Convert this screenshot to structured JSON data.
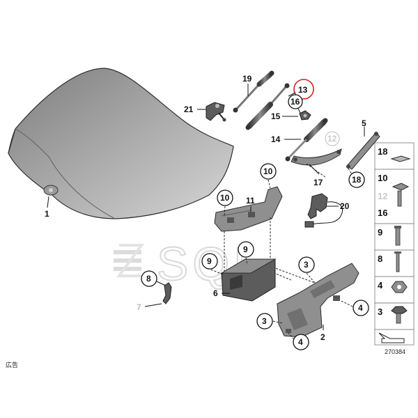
{
  "diagram": {
    "watermark": "SQL",
    "reference_code": "270384",
    "footer_note": "広告",
    "highlight_color": "#d81e1e",
    "callouts": {
      "p1": "1",
      "p2": "2",
      "p3a": "3",
      "p3b": "3",
      "p4a": "4",
      "p4b": "4",
      "p5": "5",
      "p6": "6",
      "p7": "7",
      "p8": "8",
      "p9a": "9",
      "p9b": "9",
      "p10a": "10",
      "p10b": "10",
      "p11": "11",
      "p12": "12",
      "p13": "13",
      "p14": "14",
      "p15": "15",
      "p16": "16",
      "p17": "17",
      "p18": "18",
      "p19": "19",
      "p20": "20",
      "p21": "21"
    },
    "parts_legend": [
      "18",
      "10",
      "12",
      "16",
      "9",
      "8",
      "4",
      "3"
    ]
  }
}
